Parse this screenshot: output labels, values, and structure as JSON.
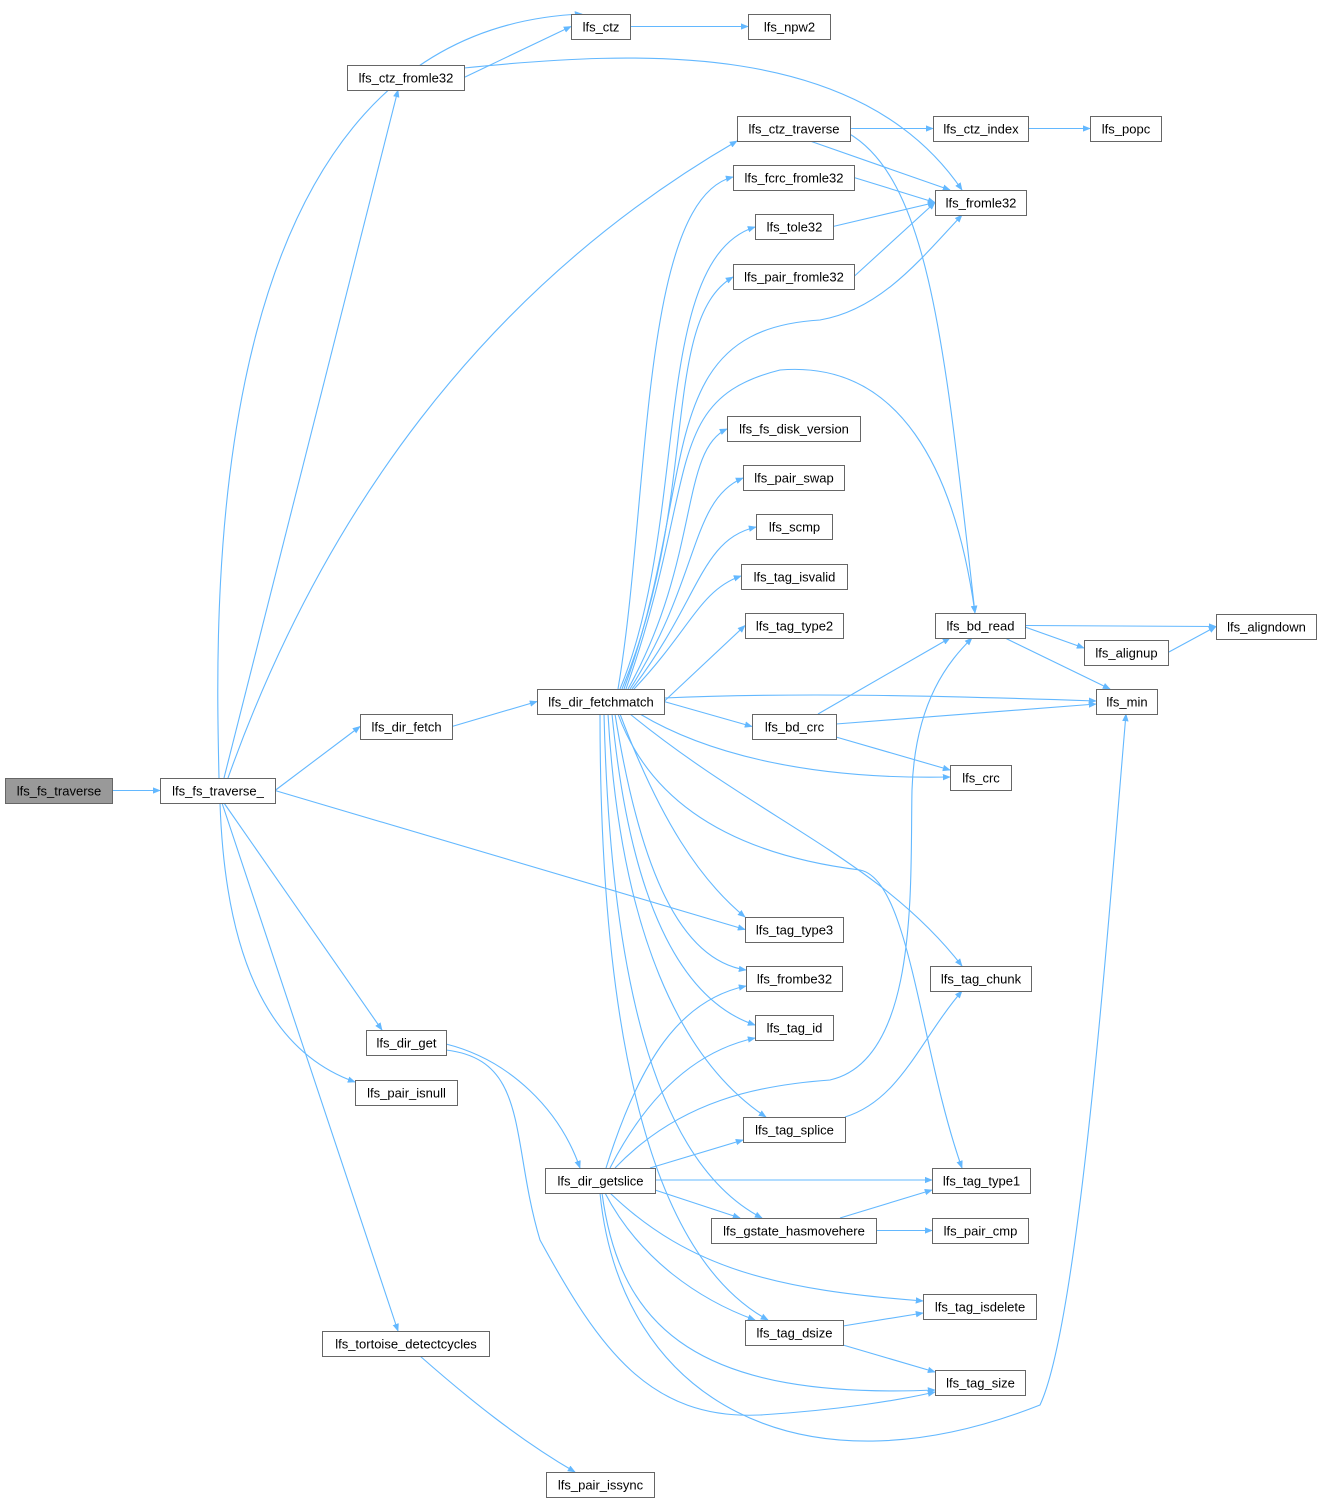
{
  "graph": {
    "edge_color": "#63b8ff",
    "root_fill": "#999999",
    "nodes": {
      "lfs_fs_traverse": "lfs_fs_traverse",
      "lfs_fs_traverse_": "lfs_fs_traverse_",
      "lfs_ctz": "lfs_ctz",
      "lfs_npw2": "lfs_npw2",
      "lfs_ctz_fromle32": "lfs_ctz_fromle32",
      "lfs_ctz_traverse": "lfs_ctz_traverse",
      "lfs_ctz_index": "lfs_ctz_index",
      "lfs_popc": "lfs_popc",
      "lfs_fcrc_fromle32": "lfs_fcrc_fromle32",
      "lfs_fromle32": "lfs_fromle32",
      "lfs_tole32": "lfs_tole32",
      "lfs_pair_fromle32": "lfs_pair_fromle32",
      "lfs_fs_disk_version": "lfs_fs_disk_version",
      "lfs_pair_swap": "lfs_pair_swap",
      "lfs_scmp": "lfs_scmp",
      "lfs_tag_isvalid": "lfs_tag_isvalid",
      "lfs_tag_type2": "lfs_tag_type2",
      "lfs_bd_read": "lfs_bd_read",
      "lfs_aligndown": "lfs_aligndown",
      "lfs_alignup": "lfs_alignup",
      "lfs_dir_fetchmatch": "lfs_dir_fetchmatch",
      "lfs_min": "lfs_min",
      "lfs_dir_fetch": "lfs_dir_fetch",
      "lfs_bd_crc": "lfs_bd_crc",
      "lfs_crc": "lfs_crc",
      "lfs_tag_type3": "lfs_tag_type3",
      "lfs_tag_chunk": "lfs_tag_chunk",
      "lfs_frombe32": "lfs_frombe32",
      "lfs_tag_id": "lfs_tag_id",
      "lfs_dir_get": "lfs_dir_get",
      "lfs_pair_isnull": "lfs_pair_isnull",
      "lfs_tag_splice": "lfs_tag_splice",
      "lfs_dir_getslice": "lfs_dir_getslice",
      "lfs_tag_type1": "lfs_tag_type1",
      "lfs_gstate_hasmovehere": "lfs_gstate_hasmovehere",
      "lfs_pair_cmp": "lfs_pair_cmp",
      "lfs_tag_isdelete": "lfs_tag_isdelete",
      "lfs_tortoise_detectcycles": "lfs_tortoise_detectcycles",
      "lfs_tag_dsize": "lfs_tag_dsize",
      "lfs_tag_size": "lfs_tag_size",
      "lfs_pair_issync": "lfs_pair_issync"
    },
    "edges": [
      [
        "lfs_fs_traverse",
        "lfs_fs_traverse_"
      ],
      [
        "lfs_fs_traverse_",
        "lfs_ctz"
      ],
      [
        "lfs_fs_traverse_",
        "lfs_ctz_fromle32"
      ],
      [
        "lfs_fs_traverse_",
        "lfs_ctz_traverse"
      ],
      [
        "lfs_fs_traverse_",
        "lfs_dir_fetch"
      ],
      [
        "lfs_fs_traverse_",
        "lfs_tag_type3"
      ],
      [
        "lfs_fs_traverse_",
        "lfs_dir_get"
      ],
      [
        "lfs_fs_traverse_",
        "lfs_pair_isnull"
      ],
      [
        "lfs_fs_traverse_",
        "lfs_tortoise_detectcycles"
      ],
      [
        "lfs_ctz",
        "lfs_npw2"
      ],
      [
        "lfs_ctz_fromle32",
        "lfs_ctz"
      ],
      [
        "lfs_ctz_fromle32",
        "lfs_fromle32"
      ],
      [
        "lfs_ctz_traverse",
        "lfs_ctz_index"
      ],
      [
        "lfs_ctz_traverse",
        "lfs_fromle32"
      ],
      [
        "lfs_ctz_traverse",
        "lfs_bd_read"
      ],
      [
        "lfs_ctz_index",
        "lfs_popc"
      ],
      [
        "lfs_fcrc_fromle32",
        "lfs_fromle32"
      ],
      [
        "lfs_tole32",
        "lfs_fromle32"
      ],
      [
        "lfs_pair_fromle32",
        "lfs_fromle32"
      ],
      [
        "lfs_dir_fetch",
        "lfs_dir_fetchmatch"
      ],
      [
        "lfs_dir_fetchmatch",
        "lfs_fcrc_fromle32"
      ],
      [
        "lfs_dir_fetchmatch",
        "lfs_tole32"
      ],
      [
        "lfs_dir_fetchmatch",
        "lfs_pair_fromle32"
      ],
      [
        "lfs_dir_fetchmatch",
        "lfs_fromle32"
      ],
      [
        "lfs_dir_fetchmatch",
        "lfs_bd_read"
      ],
      [
        "lfs_dir_fetchmatch",
        "lfs_fs_disk_version"
      ],
      [
        "lfs_dir_fetchmatch",
        "lfs_pair_swap"
      ],
      [
        "lfs_dir_fetchmatch",
        "lfs_scmp"
      ],
      [
        "lfs_dir_fetchmatch",
        "lfs_tag_isvalid"
      ],
      [
        "lfs_dir_fetchmatch",
        "lfs_tag_type2"
      ],
      [
        "lfs_dir_fetchmatch",
        "lfs_min"
      ],
      [
        "lfs_dir_fetchmatch",
        "lfs_bd_crc"
      ],
      [
        "lfs_dir_fetchmatch",
        "lfs_crc"
      ],
      [
        "lfs_dir_fetchmatch",
        "lfs_tag_type3"
      ],
      [
        "lfs_dir_fetchmatch",
        "lfs_tag_chunk"
      ],
      [
        "lfs_dir_fetchmatch",
        "lfs_frombe32"
      ],
      [
        "lfs_dir_fetchmatch",
        "lfs_tag_id"
      ],
      [
        "lfs_dir_fetchmatch",
        "lfs_tag_splice"
      ],
      [
        "lfs_dir_fetchmatch",
        "lfs_tag_type1"
      ],
      [
        "lfs_dir_fetchmatch",
        "lfs_gstate_hasmovehere"
      ],
      [
        "lfs_dir_fetchmatch",
        "lfs_tag_dsize"
      ],
      [
        "lfs_bd_read",
        "lfs_aligndown"
      ],
      [
        "lfs_bd_read",
        "lfs_alignup"
      ],
      [
        "lfs_bd_read",
        "lfs_min"
      ],
      [
        "lfs_alignup",
        "lfs_aligndown"
      ],
      [
        "lfs_bd_crc",
        "lfs_bd_read"
      ],
      [
        "lfs_bd_crc",
        "lfs_min"
      ],
      [
        "lfs_bd_crc",
        "lfs_crc"
      ],
      [
        "lfs_dir_get",
        "lfs_dir_getslice"
      ],
      [
        "lfs_dir_get",
        "lfs_tag_size"
      ],
      [
        "lfs_dir_getslice",
        "lfs_frombe32"
      ],
      [
        "lfs_dir_getslice",
        "lfs_tag_id"
      ],
      [
        "lfs_dir_getslice",
        "lfs_bd_read"
      ],
      [
        "lfs_dir_getslice",
        "lfs_tag_splice"
      ],
      [
        "lfs_dir_getslice",
        "lfs_tag_type1"
      ],
      [
        "lfs_dir_getslice",
        "lfs_gstate_hasmovehere"
      ],
      [
        "lfs_dir_getslice",
        "lfs_tag_isdelete"
      ],
      [
        "lfs_dir_getslice",
        "lfs_tag_dsize"
      ],
      [
        "lfs_dir_getslice",
        "lfs_tag_size"
      ],
      [
        "lfs_dir_getslice",
        "lfs_min"
      ],
      [
        "lfs_tag_splice",
        "lfs_tag_chunk"
      ],
      [
        "lfs_gstate_hasmovehere",
        "lfs_tag_type1"
      ],
      [
        "lfs_gstate_hasmovehere",
        "lfs_pair_cmp"
      ],
      [
        "lfs_tag_dsize",
        "lfs_tag_isdelete"
      ],
      [
        "lfs_tag_dsize",
        "lfs_tag_size"
      ],
      [
        "lfs_tortoise_detectcycles",
        "lfs_pair_issync"
      ]
    ]
  }
}
